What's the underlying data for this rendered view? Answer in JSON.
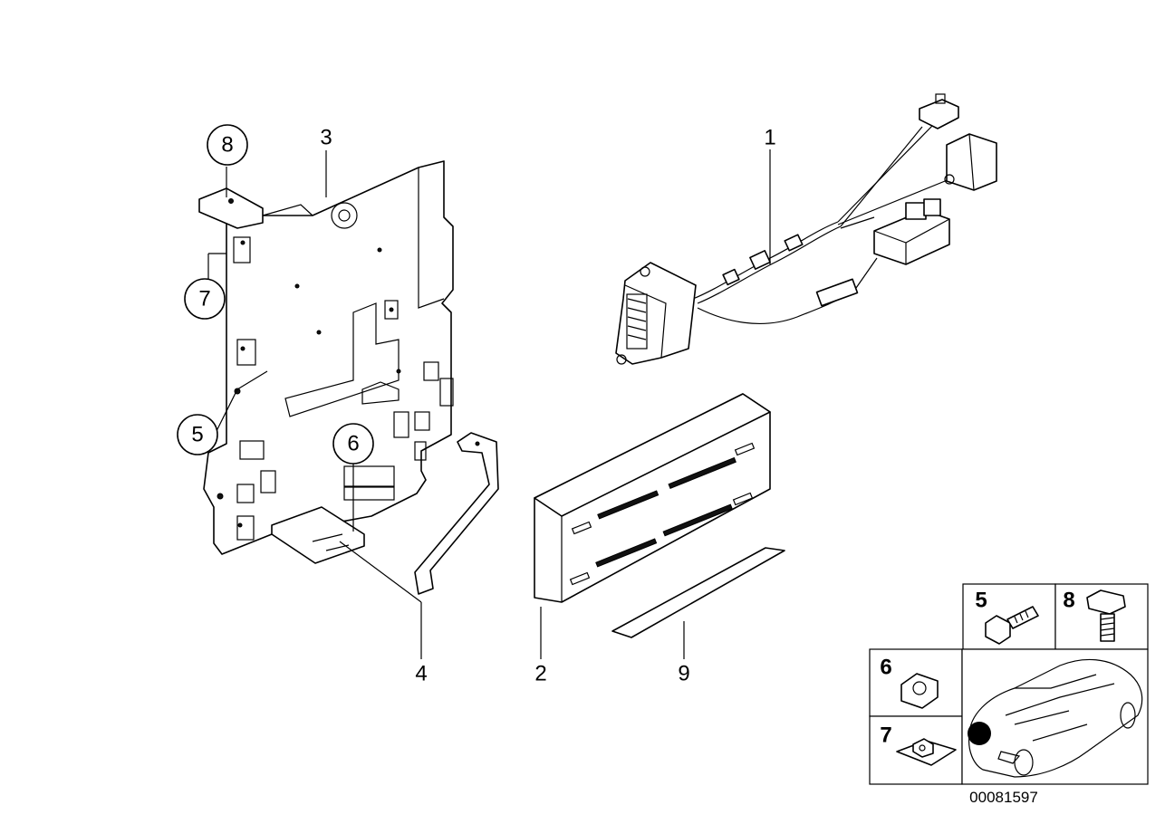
{
  "callouts": {
    "c1": "1",
    "c2": "2",
    "c3": "3",
    "c4": "4",
    "c5": "5",
    "c6": "6",
    "c7": "7",
    "c8": "8",
    "c9": "9"
  },
  "legend": {
    "cell_5": "5",
    "cell_8": "8",
    "cell_6": "6",
    "cell_7": "7"
  },
  "diagram_code": "00081597"
}
